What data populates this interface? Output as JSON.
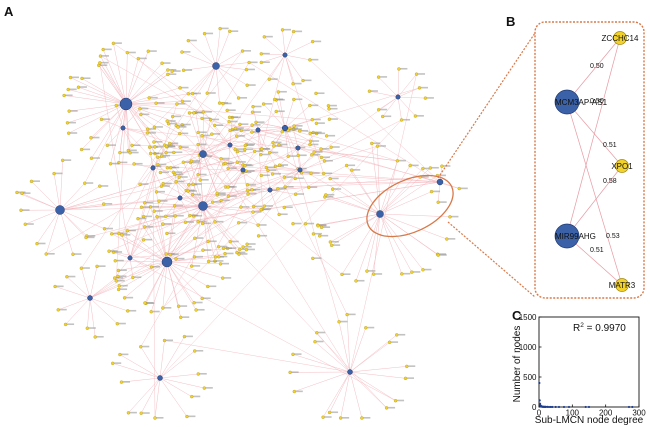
{
  "panel_labels": {
    "a": "A",
    "b": "B",
    "c": "C"
  },
  "colors": {
    "edge": "#f2b6bd",
    "edge_dark": "#e89aa3",
    "lncrna_node": "#3b62a8",
    "lncrna_stroke": "#1f3a72",
    "protein_node": "#f2d22a",
    "protein_stroke": "#a08710",
    "zoom_outline": "#e07a4a"
  },
  "detail_network": {
    "nodes": [
      {
        "id": "MCM3AP-AS1",
        "type": "lncRNA"
      },
      {
        "id": "MIR99AHG",
        "type": "lncRNA"
      },
      {
        "id": "ZCCHC14",
        "type": "protein"
      },
      {
        "id": "XPO1",
        "type": "protein"
      },
      {
        "id": "MATR3",
        "type": "protein"
      }
    ],
    "edges": [
      {
        "source": "MCM3AP-AS1",
        "target": "ZCCHC14",
        "weight": "0.50"
      },
      {
        "source": "MIR99AHG",
        "target": "ZCCHC14",
        "weight": "0.50"
      },
      {
        "source": "MCM3AP-AS1",
        "target": "XPO1",
        "weight": "0.51"
      },
      {
        "source": "MIR99AHG",
        "target": "XPO1",
        "weight": "0.58"
      },
      {
        "source": "MCM3AP-AS1",
        "target": "MATR3",
        "weight": "0.53"
      },
      {
        "source": "MIR99AHG",
        "target": "MATR3",
        "weight": "0.51"
      }
    ]
  },
  "chart_data": {
    "type": "scatter",
    "annotation": "R² = 0.9970",
    "r_squared_label": "R",
    "r_squared_sup": "2",
    "r_squared_value": " = 0.9970",
    "xlabel": "Sub-LMCN node degree",
    "ylabel": "Number of nodes",
    "xlim": [
      0,
      300
    ],
    "ylim": [
      0,
      1500
    ],
    "xticks": [
      "0",
      "100",
      "200",
      "300"
    ],
    "yticks": [
      "0",
      "500",
      "1000",
      "1500"
    ],
    "points": [
      [
        1,
        400
      ],
      [
        2,
        110
      ],
      [
        3,
        55
      ],
      [
        4,
        30
      ],
      [
        5,
        20
      ],
      [
        6,
        14
      ],
      [
        7,
        10
      ],
      [
        8,
        8
      ],
      [
        9,
        6
      ],
      [
        10,
        5
      ],
      [
        12,
        4
      ],
      [
        14,
        3
      ],
      [
        16,
        3
      ],
      [
        18,
        2
      ],
      [
        20,
        2
      ],
      [
        25,
        2
      ],
      [
        30,
        1
      ],
      [
        35,
        1
      ],
      [
        40,
        1
      ],
      [
        50,
        1
      ],
      [
        60,
        1
      ],
      [
        75,
        1
      ],
      [
        90,
        1
      ],
      [
        140,
        1
      ],
      [
        150,
        1
      ],
      [
        270,
        1
      ],
      [
        280,
        1
      ]
    ]
  }
}
